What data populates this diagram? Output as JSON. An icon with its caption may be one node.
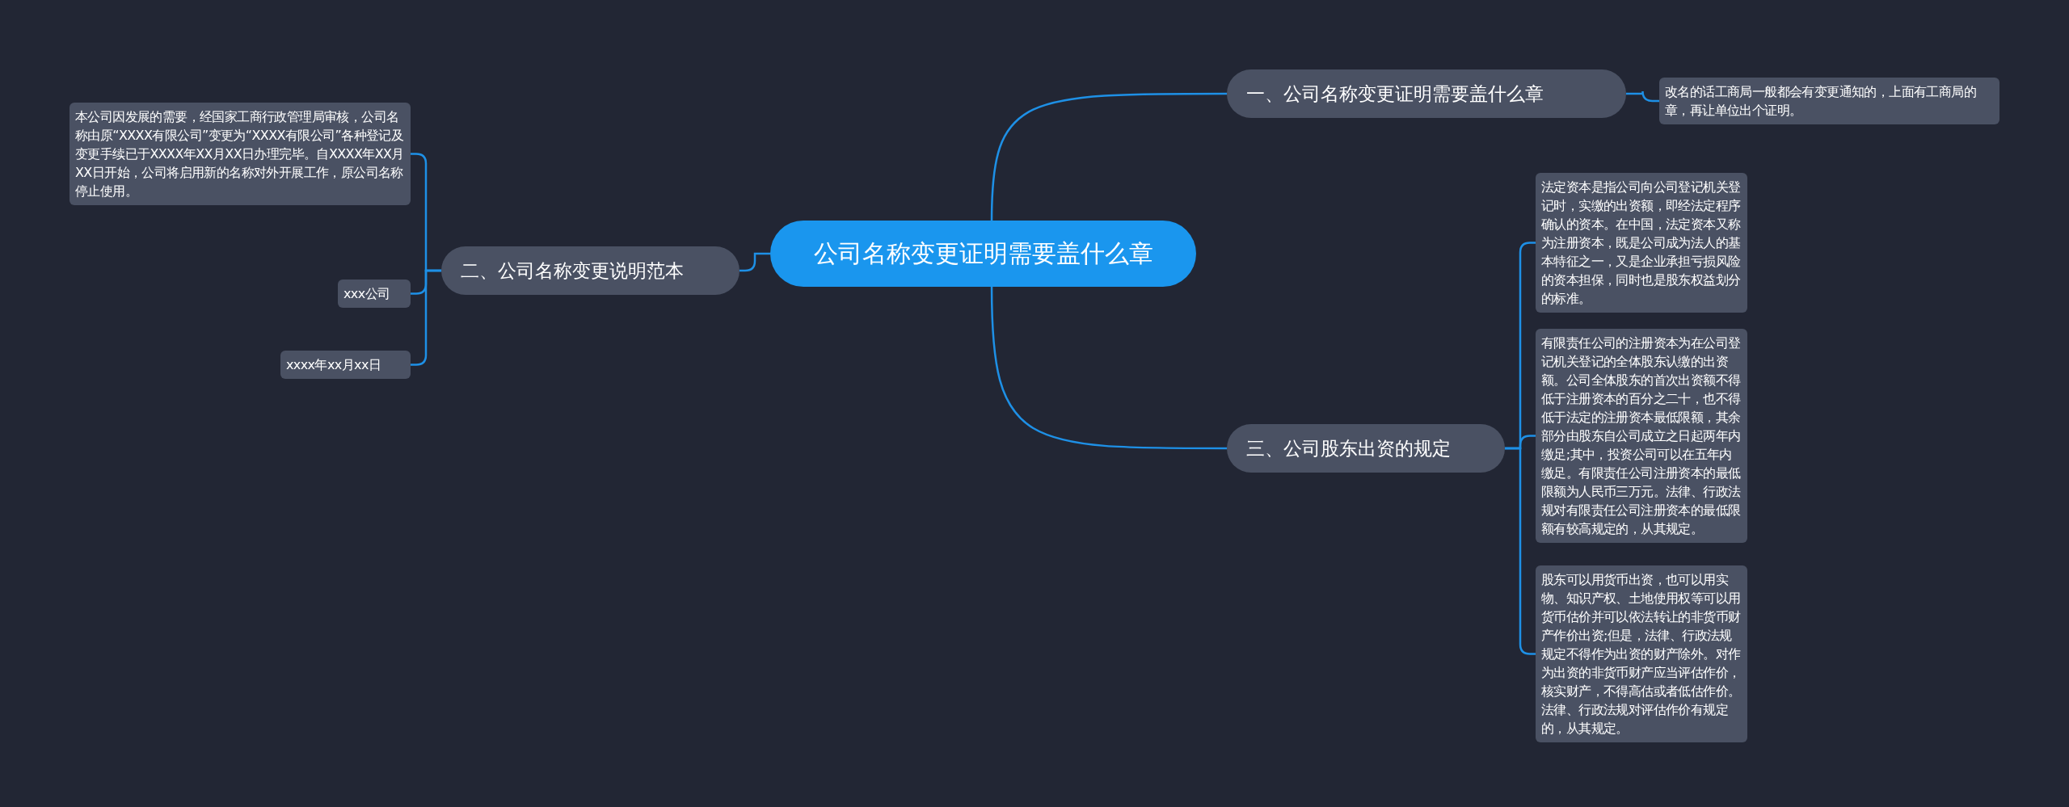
{
  "diagram": {
    "nodes": [
      {
        "text": [
          "公司名称变更证明需要盖什么章"
        ]
      },
      {
        "text": [
          "一、公司名称变更证明需要盖什么章"
        ]
      },
      {
        "text": [
          "改名的话工商局一般都会有变更通知的，上面有工商局的章，再让单位出个证明。"
        ]
      },
      {
        "text": [
          "二、公司名称变更说明范本"
        ]
      },
      {
        "text": [
          "本公司因发展的需要，经国家工商行政管理局审核，公司名称由原“XXXX有限公司”变更为“XXXX有限公司”各种登记及变更手续已于XXXX年XX月XX日办理完毕。自XXXX年XX月XX日开始，公司将启用新的名称对外开展工作，原公司名称停止使用。"
        ]
      },
      {
        "text": [
          "xxx公司"
        ]
      },
      {
        "text": [
          "xxxx年xx月xx日"
        ]
      },
      {
        "text": [
          "三、公司股东出资的规定"
        ]
      },
      {
        "text": [
          "法定资本是指公司向公司登记机关登记时，实缴的出资额，即经法定程序确认的资本。在中国，法定资本又称为注册资本，既是公司成为法人的基本特征之一，又是企业承担亏损风险的资本担保，同时也是股东权益划分的标准。"
        ]
      },
      {
        "text": [
          "有限责任公司的注册资本为在公司登记机关登记的全体股东认缴的出资额。公司全体股东的首次出资额不得低于注册资本的百分之二十，也不得低于法定的注册资本最低限额，其余部分由股东自公司成立之日起两年内缴足;其中，投资公司可以在五年内缴足。有限责任公司注册资本的最低限额为人民币三万元。法律、行政法规对有限责任公司注册资本的最低限额有较高规定的，从其规定。"
        ]
      },
      {
        "text": [
          "股东可以用货币出资，也可以用实物、知识产权、土地使用权等可以用货币估价并可以依法转让的非货币财产作价出资;但是，法律、行政法规规定不得作为出资的财产除外。对作为出资的非货币财产应当评估作价，核实财产，不得高估或者低估作价。法律、行政法规对评估作价有规定的，从其规定。"
        ]
      }
    ],
    "edges": [
      {
        "from": 0,
        "to": 1,
        "arrow": "none"
      },
      {
        "from": 1,
        "to": 2,
        "arrow": "none"
      },
      {
        "from": 0,
        "to": 3,
        "arrow": "none"
      },
      {
        "from": 3,
        "to": 4,
        "arrow": "none"
      },
      {
        "from": 3,
        "to": 5,
        "arrow": "none"
      },
      {
        "from": 3,
        "to": 6,
        "arrow": "none"
      },
      {
        "from": 0,
        "to": 7,
        "arrow": "none"
      },
      {
        "from": 7,
        "to": 8,
        "arrow": "none"
      },
      {
        "from": 7,
        "to": 9,
        "arrow": "none"
      },
      {
        "from": 7,
        "to": 10,
        "arrow": "none"
      }
    ]
  }
}
